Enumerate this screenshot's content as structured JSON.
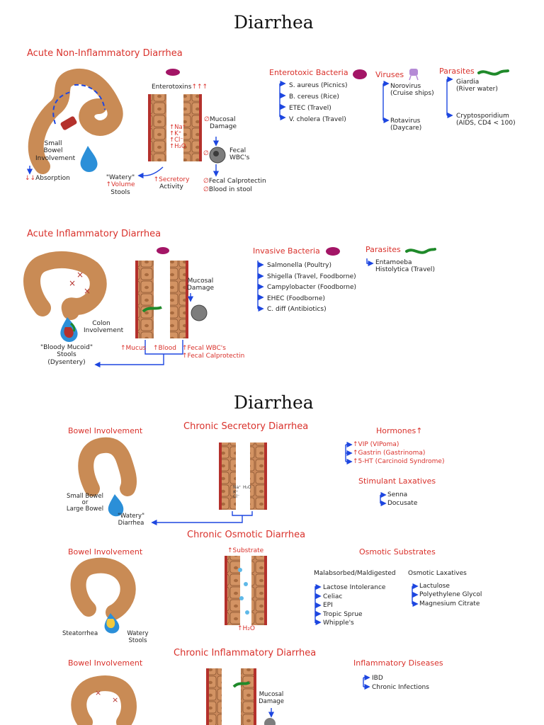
{
  "colors": {
    "accent_red": "#d9312b",
    "arrow_blue": "#1d46e0",
    "bowel_brown": "#c98b55",
    "enterocyte": "#c8875a",
    "mucosa_red": "#b4312c",
    "fluid_blue": "#2b8fd8",
    "parasite_green": "#1f8a2a",
    "bacteria_magenta": "#a31566",
    "virus_purple": "#b58ad6"
  },
  "icons": [
    "bacteria-icon",
    "virus-icon",
    "parasite-worm-icon",
    "droplet-icon",
    "wbc-icon",
    "bowel-icon",
    "enterocyte-column-icon"
  ],
  "page1": {
    "title": "Diarrhea",
    "acute_non_inflammatory": {
      "heading": "Acute Non-Inflammatory Diarrhea",
      "enterotoxins": "Enterotoxins",
      "small_bowel_1": "Small",
      "small_bowel_2": "Bowel",
      "small_bowel_3": "Involvement",
      "absorption": "Absorption",
      "watery_1": "\"Watery\"",
      "watery_2": "Volume",
      "watery_3": "Stools",
      "secretory_1": "Secretory",
      "secretory_2": "Activity",
      "ion_na": "Na⁺",
      "ion_k": "K⁺",
      "ion_cl": "Cl⁻",
      "ion_h2o": "H₂O",
      "mucosal_1": "Mucosal",
      "mucosal_2": "Damage",
      "fecal_wbc_1": "Fecal",
      "fecal_wbc_2": "WBC's",
      "fecal_calprotectin": "Fecal Calprotectin",
      "blood_in_stool": "Blood in stool",
      "enterotoxic_heading": "Enterotoxic Bacteria",
      "bacteria": [
        "S. aureus (Picnics)",
        "B. cereus (Rice)",
        "ETEC (Travel)",
        "V. cholera (Travel)"
      ],
      "viruses_heading": "Viruses",
      "virus_1a": "Norovirus",
      "virus_1b": "(Cruise ships)",
      "virus_2a": "Rotavirus",
      "virus_2b": "(Daycare)",
      "parasites_heading": "Parasites",
      "parasite_1a": "Giardia",
      "parasite_1b": "(River water)",
      "parasite_2a": "Cryptosporidium",
      "parasite_2b": "(AIDS, CD4 < 100)"
    },
    "acute_inflammatory": {
      "heading": "Acute Inflammatory Diarrhea",
      "mucosal_1": "Mucosal",
      "mucosal_2": "Damage",
      "colon_1": "Colon",
      "colon_2": "Involvement",
      "bloody_1": "\"Bloody Mucoid\"",
      "bloody_2": "Stools",
      "bloody_3": "(Dysentery)",
      "mucus": "Mucus",
      "blood": "Blood",
      "fecal_wbc": "Fecal WBC's",
      "fecal_calprotectin": "Fecal Calprotectin",
      "invasive_heading": "Invasive Bacteria",
      "bacteria": [
        "Salmonella (Poultry)",
        "Shigella (Travel, Foodborne)",
        "Campylobacter (Foodborne)",
        "EHEC (Foodborne)",
        "C. diff (Antibiotics)"
      ],
      "parasites_heading": "Parasites",
      "parasite_1a": "Entamoeba",
      "parasite_1b": "Histolytica (Travel)"
    }
  },
  "page2": {
    "title": "Diarrhea",
    "chronic_secretory": {
      "heading": "Chronic Secretory Diarrhea",
      "bowel_heading": "Bowel Involvement",
      "bowel_1": "Small Bowel",
      "bowel_2": "or",
      "bowel_3": "Large Bowel",
      "watery_1": "\"Watery\"",
      "watery_2": "Diarrhea",
      "ion_na": "Na⁺",
      "ion_k": "K⁺",
      "ion_cl": "Cl⁻",
      "ion_h2o": "H₂O",
      "hormones_heading": "Hormones",
      "hormones": [
        "VIP (VIPoma)",
        "Gastrin (Gastrinoma)",
        "5-HT (Carcinoid Syndrome)"
      ],
      "laxatives_heading": "Stimulant Laxatives",
      "laxatives": [
        "Senna",
        "Docusate"
      ]
    },
    "chronic_osmotic": {
      "heading": "Chronic Osmotic Diarrhea",
      "bowel_heading": "Bowel Involvement",
      "substrate": "Substrate",
      "water": "H₂O",
      "steatorrhea": "Steatorrhea",
      "watery_1": "Watery",
      "watery_2": "Stools",
      "substrates_heading": "Osmotic Substrates",
      "malabsorbed_heading": "Malabsorbed/Maldigested",
      "malabsorbed": [
        "Lactose Intolerance",
        "Celiac",
        "EPI",
        "Tropic Sprue",
        "Whipple's"
      ],
      "osmotic_lax_heading": "Osmotic Laxatives",
      "osmotic_lax": [
        "Lactulose",
        "Polyethylene Glycol",
        "Magnesium Citrate"
      ]
    },
    "chronic_inflammatory": {
      "heading": "Chronic Inflammatory Diarrhea",
      "bowel_heading": "Bowel Involvement",
      "mucosal_1": "Mucosal",
      "mucosal_2": "Damage",
      "diseases_heading": "Inflammatory Diseases",
      "diseases": [
        "IBD",
        "Chronic Infections"
      ]
    }
  }
}
